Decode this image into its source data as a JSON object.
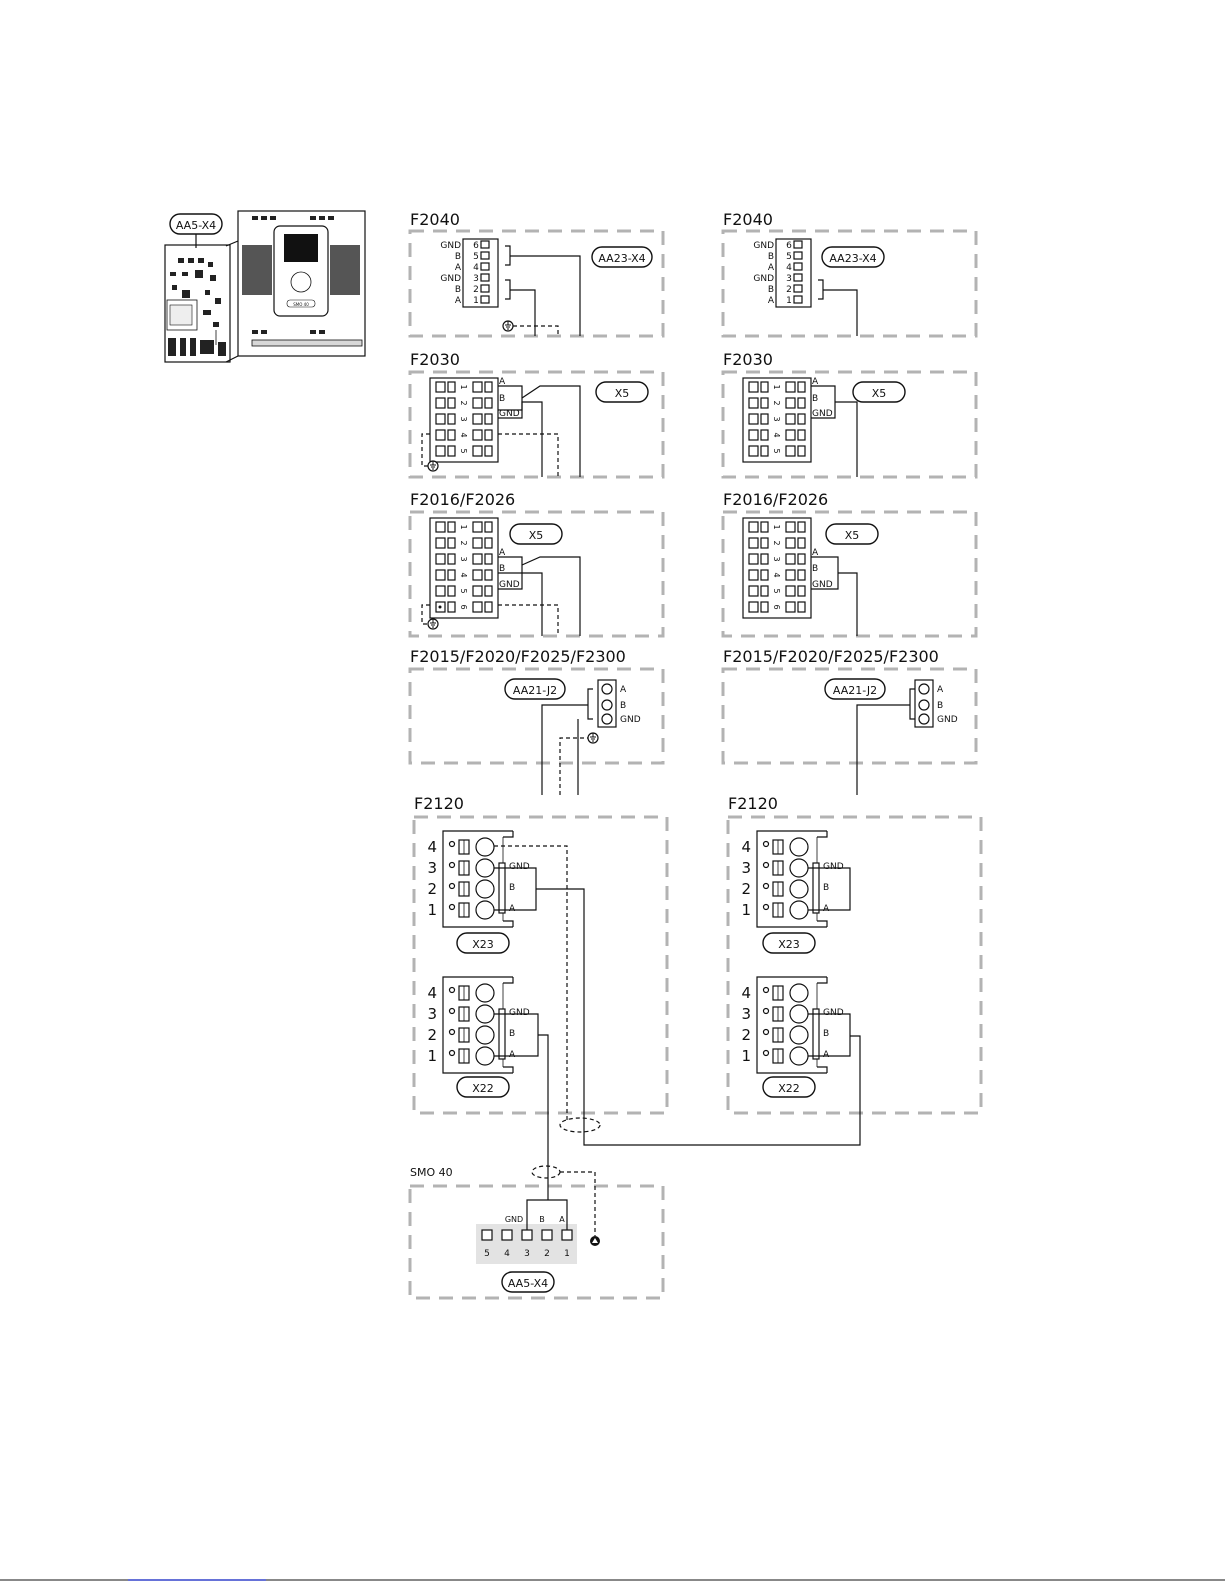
{
  "titles": {
    "f2040": "F2040",
    "f2030": "F2030",
    "f2016": "F2016/F2026",
    "f2015": "F2015/F2020/F2025/F2300",
    "f2120": "F2120",
    "smo": "SMO 40"
  },
  "labels": {
    "aa5x4": "AA5-X4",
    "aa23x4": "AA23-X4",
    "x5": "X5",
    "aa21j2": "AA21-J2",
    "x23": "X23",
    "x22": "X22",
    "gnd": "GND",
    "a": "A",
    "b": "B",
    "smo_small": "SMO 40"
  },
  "f2040_pins": [
    "6",
    "5",
    "4",
    "3",
    "2",
    "1"
  ],
  "f2040_signals": [
    "GND",
    "B",
    "A",
    "GND",
    "B",
    "A"
  ],
  "f2030_terms": [
    "1",
    "2",
    "3",
    "4",
    "5"
  ],
  "f2016_terms": [
    "1",
    "2",
    "3",
    "4",
    "5",
    "6"
  ],
  "f2120_pins": [
    "4",
    "3",
    "2",
    "1"
  ],
  "smo_pins": [
    "5",
    "4",
    "3",
    "2",
    "1"
  ]
}
